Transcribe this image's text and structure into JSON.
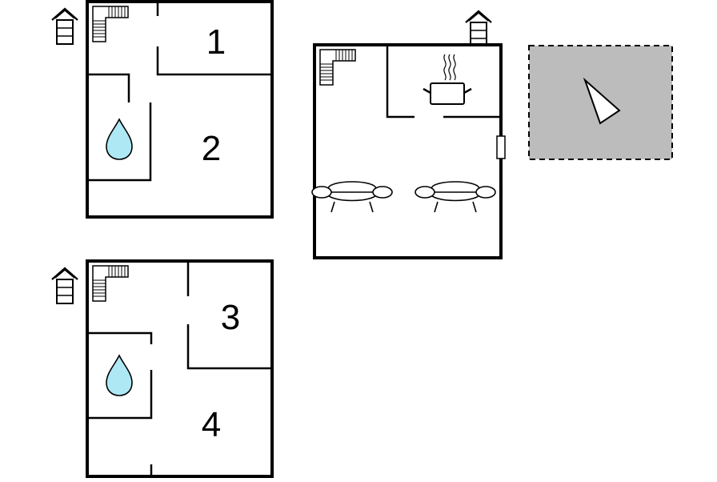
{
  "rooms": {
    "first_floor_room_a": "1",
    "first_floor_room_b": "2",
    "ground_floor_room_a": "3",
    "ground_floor_room_b": "4"
  },
  "icons": {
    "floor_indicator": "house-floor-icon",
    "stairs": "stairs-icon",
    "bathroom": "water-drop-icon",
    "kitchen": "cooking-pot-icon",
    "living": "sofa-icon",
    "window": "window-icon",
    "terrace": "terrace-icon",
    "compass": "north-arrow-icon"
  },
  "colors": {
    "wall": "#000000",
    "water": "#aee8f5",
    "terrace": "#bcbcbc"
  }
}
